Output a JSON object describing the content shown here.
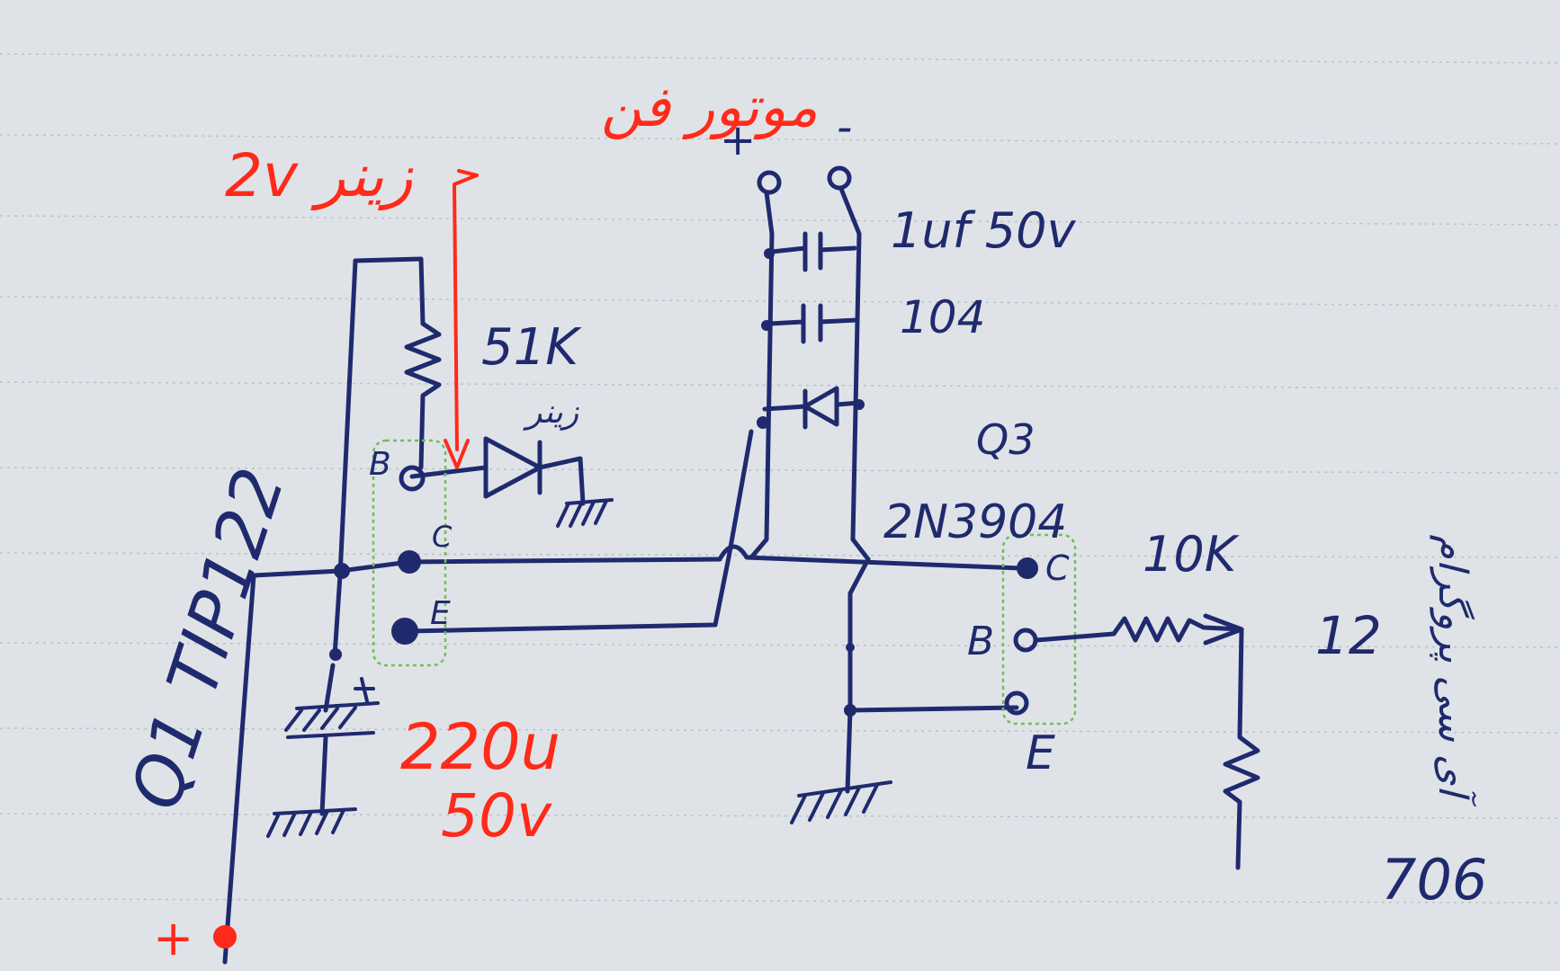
{
  "labels": {
    "motor_fan": "موتور فن",
    "motor_plus": "+",
    "motor_minus": "-",
    "zener_2v": "2v زینر",
    "c1": "1uf 50v",
    "c2": "104",
    "r1": "51K",
    "zener": "زینر",
    "q3_id": "Q3",
    "q3_part": "2N3904",
    "q1": "Q1 TIP122",
    "pin_b": "B",
    "pin_c": "C",
    "pin_e": "E",
    "r2": "10K",
    "ic_pin": "12",
    "ic_name": "آی سی پروگرام",
    "ic_number": "706",
    "cap_main": "220u",
    "cap_main_v": "50v",
    "supply": "+"
  },
  "colors": {
    "ink": "#1f2a6e",
    "red_ink": "#ff2a1a",
    "green_ink": "#6fbf5a",
    "paper": "#dfe3e7"
  }
}
